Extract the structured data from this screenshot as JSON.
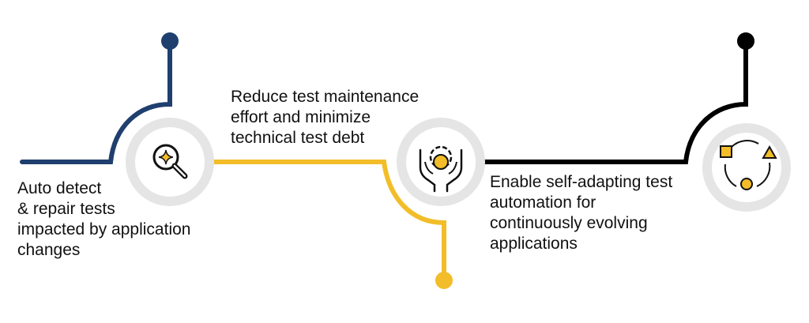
{
  "colors": {
    "blue": "#1f3f6e",
    "yellow": "#f2bd28",
    "black": "#000000",
    "circle_fill": "#e5e5e5"
  },
  "steps": [
    {
      "icon": "magnifier-sparkle-icon",
      "lines": [
        "Auto detect",
        "& repair tests",
        "impacted by application",
        "changes"
      ]
    },
    {
      "icon": "hands-gear-icon",
      "lines": [
        "Reduce test maintenance",
        "effort and minimize",
        "technical test debt"
      ]
    },
    {
      "icon": "cycle-shapes-icon",
      "lines": [
        "Enable self-adapting test",
        "automation for",
        "continuously evolving",
        "applications"
      ]
    }
  ]
}
